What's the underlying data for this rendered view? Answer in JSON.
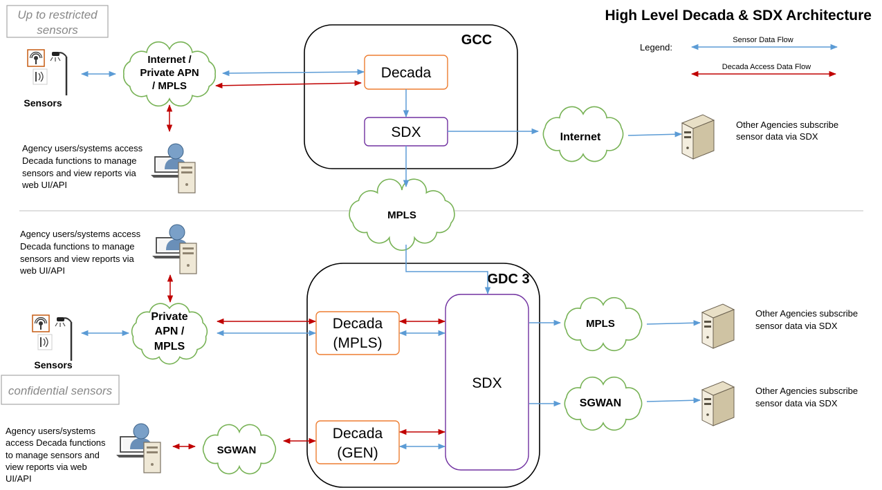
{
  "title": "High Level Decada & SDX Architecture",
  "legend": {
    "label": "Legend:",
    "sensor_flow": "Sensor Data Flow",
    "access_flow": "Decada Access Data Flow",
    "colors": {
      "sensor_flow": "#5b9bd5",
      "access_flow": "#c00000"
    }
  },
  "notes": {
    "restricted": [
      "Up to restricted",
      "sensors"
    ],
    "confidential": "confidential sensors"
  },
  "regions": {
    "gcc": "GCC",
    "gdc3": "GDC 3"
  },
  "nodes": {
    "decada_gcc": "Decada",
    "sdx_gcc": "SDX",
    "decada_mpls": [
      "Decada",
      "(MPLS)"
    ],
    "decada_gen": [
      "Decada",
      "(GEN)"
    ],
    "sdx_gdc3": "SDX"
  },
  "clouds": {
    "internet_apn": [
      "Internet /",
      "Private APN",
      "/ MPLS"
    ],
    "internet": "Internet",
    "mpls_mid": "MPLS",
    "private_apn": [
      "Private",
      "APN /",
      "MPLS"
    ],
    "mpls_right": "MPLS",
    "sgwan_right": "SGWAN",
    "sgwan_left": "SGWAN"
  },
  "labels": {
    "sensors_top": "Sensors",
    "sensors_mid": "Sensors",
    "agency_top": [
      "Agency users/systems access",
      "Decada functions to manage",
      "sensors and view reports via",
      "web UI/API"
    ],
    "agency_mid": [
      "Agency users/systems access",
      "Decada functions to manage",
      "sensors and view reports via",
      "web UI/API"
    ],
    "agency_bottom": [
      "Agency users/systems",
      "access Decada functions",
      "to manage sensors and",
      "view reports via web",
      "UI/API"
    ],
    "subscribe_top": [
      "Other Agencies subscribe",
      "sensor data via SDX"
    ],
    "subscribe_mid": [
      "Other Agencies subscribe",
      "sensor data via SDX"
    ],
    "subscribe_bottom": [
      "Other Agencies subscribe",
      "sensor data via SDX"
    ]
  },
  "icons": {
    "sensor": "sensor-pole-icon",
    "workstation": "user-workstation-icon",
    "server": "server-tower-icon"
  }
}
